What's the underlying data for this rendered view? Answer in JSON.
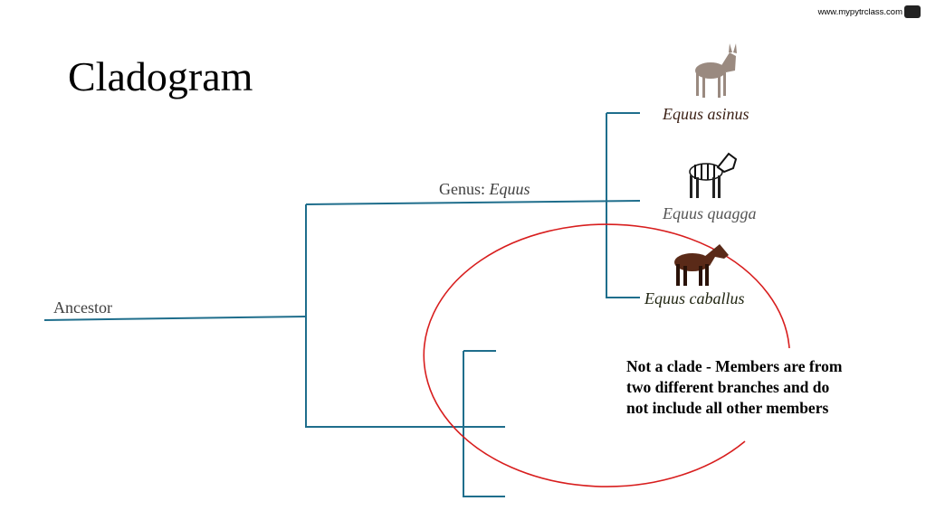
{
  "logo": {
    "text": "www.mypytrclass.com"
  },
  "title": "Cladogram",
  "labels": {
    "ancestor": "Ancestor",
    "genus_prefix": "Genus: ",
    "genus_name": "Equus"
  },
  "species": [
    {
      "name": "Equus asinus",
      "color": "#3a1f14"
    },
    {
      "name": "Equus quagga",
      "color": "#555555"
    },
    {
      "name": "Equus caballus",
      "color": "#1f2410"
    }
  ],
  "note": "Not a clade - Members are from two different branches and do not include all other members",
  "colors": {
    "branch": "#1f6e8c",
    "ellipse": "#d81e1e"
  }
}
